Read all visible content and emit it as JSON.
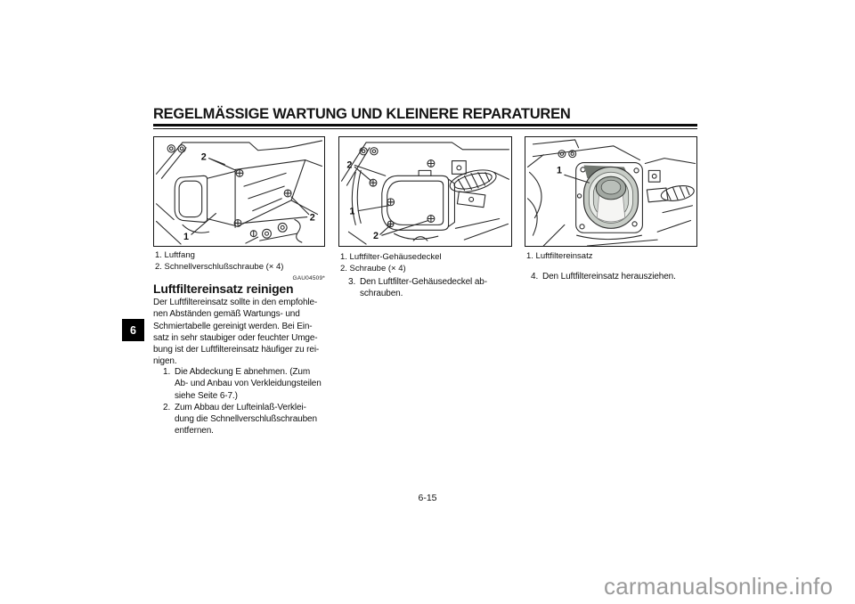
{
  "page": {
    "title": "REGELMÄSSIGE WARTUNG UND KLEINERE REPARATUREN",
    "section_tab": "6",
    "page_number": "6-15",
    "watermark": "carmanualsonline.info"
  },
  "colors": {
    "ink": "#141414",
    "tab_background": "#000000",
    "tab_text": "#ffffff",
    "watermark_gray": "#9b9b9b",
    "filter_rim_gray": "#c7ccc6",
    "filter_tube_gray": "#a2a8a2",
    "shadow_gray": "#70756f"
  },
  "figures": {
    "left": {
      "labels": [
        "2",
        "2",
        "1"
      ],
      "caption_lines": [
        "1. Luftfang",
        "2. Schnellverschlußschraube (× 4)"
      ]
    },
    "middle": {
      "labels": [
        "2",
        "1",
        "2"
      ],
      "caption_lines": [
        "1. Luftfilter-Gehäusedeckel",
        "2. Schraube (× 4)"
      ]
    },
    "right": {
      "labels": [
        "1"
      ],
      "caption_lines": [
        "1. Luftfiltereinsatz"
      ]
    }
  },
  "article": {
    "code": "GAU04509*",
    "heading": "Luftfiltereinsatz reinigen",
    "intro": "Der Luftfiltereinsatz sollte in den empfohle-\nnen Abständen gemäß Wartungs- und\nSchmiertabelle gereinigt werden. Bei Ein-\nsatz in sehr staubiger oder feuchter Umge-\nbung ist der Luftfiltereinsatz häufiger zu rei-\nnigen.",
    "steps_col1": [
      {
        "num": "1.",
        "text": "Die Abdeckung E abnehmen. (Zum\nAb- und Anbau von Verkleidungsteilen\nsiehe Seite 6-7.)"
      },
      {
        "num": "2.",
        "text": "Zum Abbau der Lufteinlaß-Verklei-\ndung die Schnellverschlußschrauben\nentfernen."
      }
    ],
    "step_col2": {
      "num": "3.",
      "text": "Den Luftfilter-Gehäusedeckel ab-\nschrauben."
    },
    "step_col3": {
      "num": "4.",
      "text": "Den Luftfiltereinsatz herausziehen."
    }
  }
}
